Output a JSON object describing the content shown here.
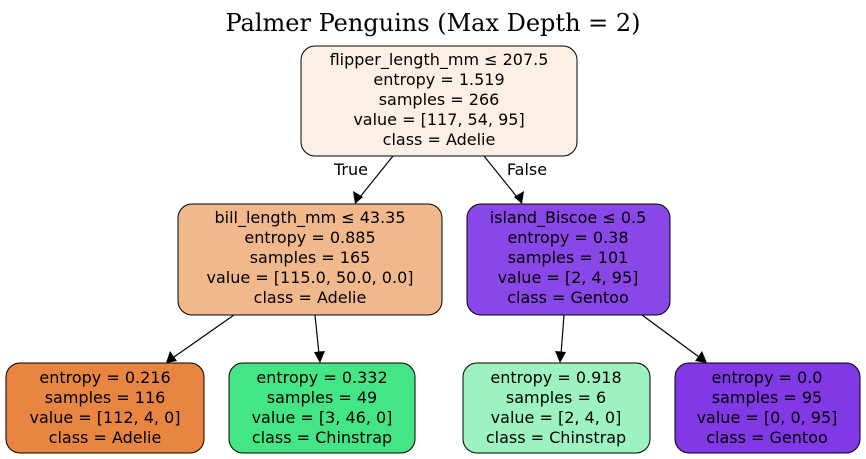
{
  "title": "Palmer Penguins (Max Depth = 2)",
  "edge_labels": {
    "true_label": "True",
    "false_label": "False"
  },
  "nodes": [
    {
      "id": "root",
      "fill": "#fcefe6",
      "lines": [
        "flipper_length_mm ≤ 207.5",
        "entropy = 1.519",
        "samples = 266",
        "value = [117, 54, 95]",
        "class = Adelie"
      ]
    },
    {
      "id": "left",
      "fill": "#f1b88c",
      "lines": [
        "bill_length_mm ≤ 43.35",
        "entropy = 0.885",
        "samples = 165",
        "value = [115.0, 50.0, 0.0]",
        "class = Adelie"
      ]
    },
    {
      "id": "right",
      "fill": "#8a47e8",
      "lines": [
        "island_Biscoe ≤ 0.5",
        "entropy = 0.38",
        "samples = 101",
        "value = [2, 4, 95]",
        "class = Gentoo"
      ]
    },
    {
      "id": "ll",
      "fill": "#e88641",
      "lines": [
        "entropy = 0.216",
        "samples = 116",
        "value = [112, 4, 0]",
        "class = Adelie"
      ]
    },
    {
      "id": "lr",
      "fill": "#43e585",
      "lines": [
        "entropy = 0.332",
        "samples = 49",
        "value = [3, 46, 0]",
        "class = Chinstrap"
      ]
    },
    {
      "id": "rl",
      "fill": "#9cf3c0",
      "lines": [
        "entropy = 0.918",
        "samples = 6",
        "value = [2, 4, 0]",
        "class = Chinstrap"
      ]
    },
    {
      "id": "rr",
      "fill": "#8139e6",
      "lines": [
        "entropy = 0.0",
        "samples = 95",
        "value = [0, 0, 95]",
        "class = Gentoo"
      ]
    }
  ]
}
